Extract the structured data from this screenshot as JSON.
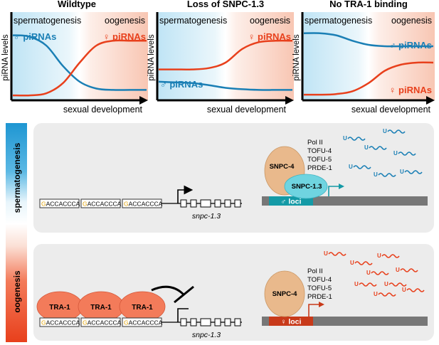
{
  "colors": {
    "male_blue": "#1a7fb5",
    "female_red": "#e8401c",
    "box_grey": "#ececec",
    "locus_teal": "#149aa6",
    "locus_red": "#c83a1a",
    "snpc4_tan": "#e9b98c",
    "snpc13_cyan": "#6fd4e0",
    "tra1_orange": "#f37b5a"
  },
  "panels": [
    {
      "title": "Wildtype",
      "phase_left": "spermatogenesis",
      "phase_right": "oogenesis",
      "male_label": "♂ piRNAs",
      "female_label": "♀ piRNAs",
      "ylabel": "piRNA levels",
      "xlabel": "sexual development",
      "male_curve": [
        0.9,
        0.88,
        0.75,
        0.45,
        0.22,
        0.12,
        0.1,
        0.1,
        0.1
      ],
      "female_curve": [
        0.02,
        0.02,
        0.05,
        0.2,
        0.5,
        0.75,
        0.82,
        0.82,
        0.82
      ]
    },
    {
      "title": "Loss of SNPC-1.3",
      "phase_left": "spermatogenesis",
      "phase_right": "oogenesis",
      "male_label": "♂ piRNAs",
      "female_label": "♀ piRNAs",
      "ylabel": "piRNA levels",
      "xlabel": "sexual development",
      "male_curve": [
        0.22,
        0.21,
        0.2,
        0.17,
        0.13,
        0.11,
        0.1,
        0.1,
        0.1
      ],
      "female_curve": [
        0.4,
        0.4,
        0.4,
        0.42,
        0.5,
        0.7,
        0.8,
        0.82,
        0.82
      ]
    },
    {
      "title": "No TRA-1 binding",
      "phase_left": "spermatogenesis",
      "phase_right": "oogenesis",
      "male_label": "♂ piRNAs",
      "female_label": "♀ piRNAs",
      "ylabel": "piRNA levels",
      "xlabel": "sexual development",
      "male_curve": [
        0.93,
        0.93,
        0.9,
        0.82,
        0.76,
        0.74,
        0.74,
        0.74,
        0.74
      ],
      "female_curve": [
        0.03,
        0.03,
        0.04,
        0.08,
        0.2,
        0.38,
        0.47,
        0.5,
        0.5
      ]
    }
  ],
  "bottom": {
    "side_label_top": "spermatogenesis",
    "side_label_bottom": "oogenesis",
    "motif": "GACCACCCA",
    "motif_first": "G",
    "motif_rest": "ACCACCCA",
    "gene_label": "snpc-1.3",
    "sperm": {
      "snpc4": "SNPC-4",
      "snpc13": "SNPC-1.3",
      "locus": "♂ loci",
      "factors": [
        "Pol II",
        "TOFU-4",
        "TOFU-5",
        "PRDE-1"
      ],
      "u": "U"
    },
    "oo": {
      "tra1": "TRA-1",
      "snpc4": "SNPC-4",
      "locus": "♀ loci",
      "factors": [
        "Pol II",
        "TOFU-4",
        "TOFU-5",
        "PRDE-1"
      ],
      "u": "U"
    }
  }
}
